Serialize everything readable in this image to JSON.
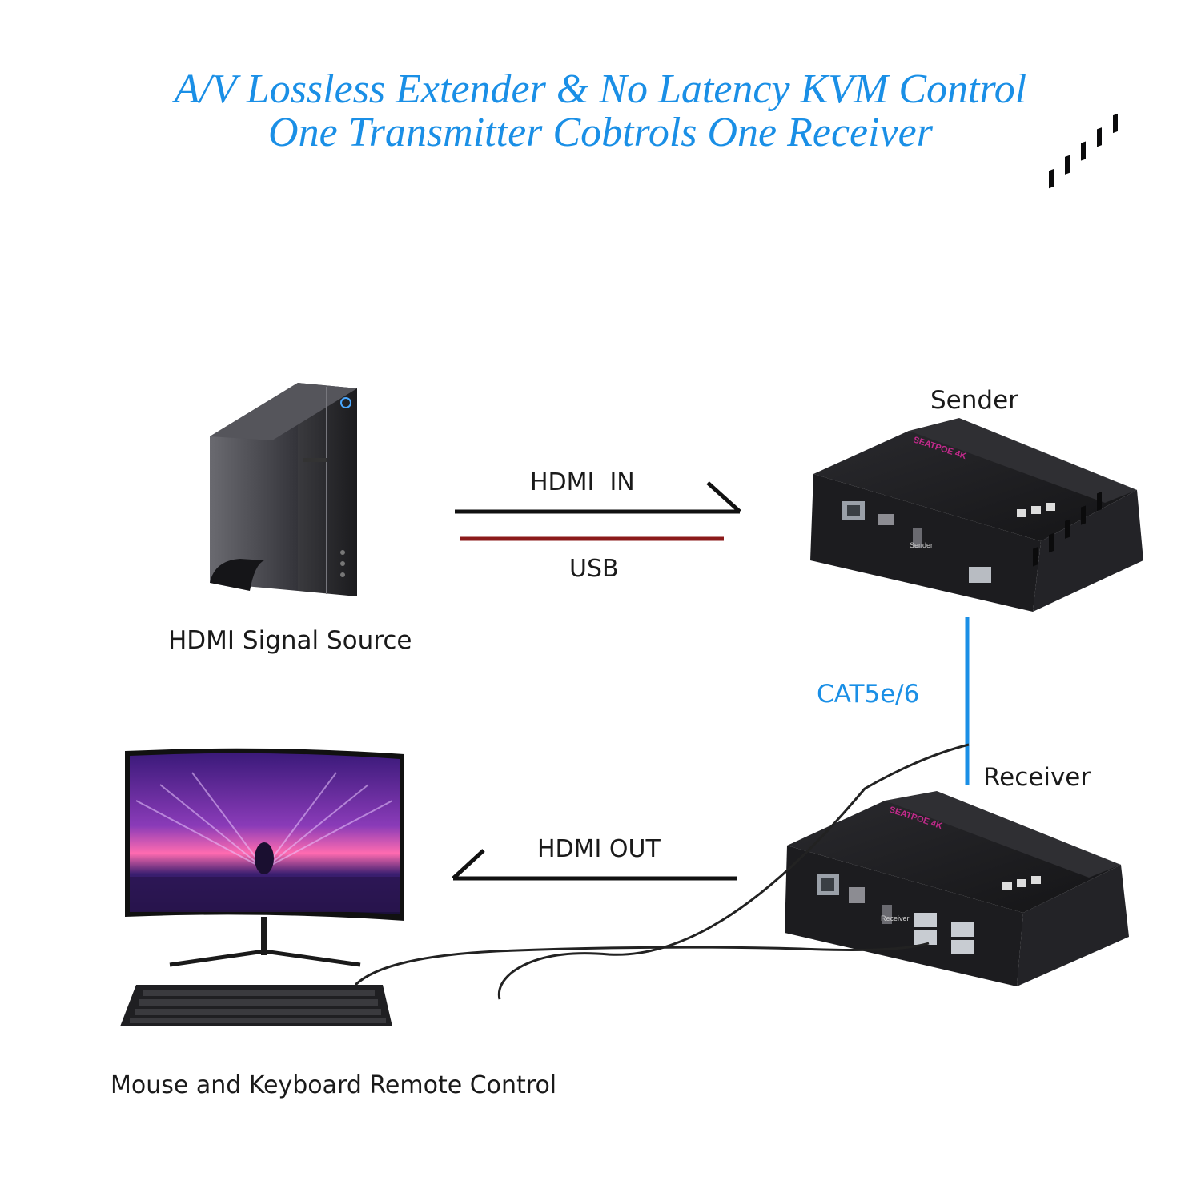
{
  "header": {
    "title_line1": "A/V Lossless Extender & No Latency KVM Control",
    "title_line2": "One Transmitter Cobtrols One Receiver"
  },
  "labels": {
    "source": "HDMI Signal Source",
    "hdmi_in": "HDMI  IN",
    "usb": "USB",
    "sender": "Sender",
    "cable": "CAT5e/6",
    "receiver": "Receiver",
    "hdmi_out": "HDMI OUT",
    "peripherals": "Mouse and Keyboard Remote Control"
  },
  "device_text": {
    "sender_brand": "SEATPOE 4K",
    "sender_model": "Sender",
    "receiver_brand": "SEATPOE 4K",
    "receiver_model": "Receiver"
  },
  "colors": {
    "title": "#1a8fe6",
    "hdmi_line": "#111111",
    "usb_line": "#8b1a1a",
    "cat_cable": "#1a8fe6",
    "device_body": "#1c1c1f",
    "device_brand": "#c02a8a"
  }
}
